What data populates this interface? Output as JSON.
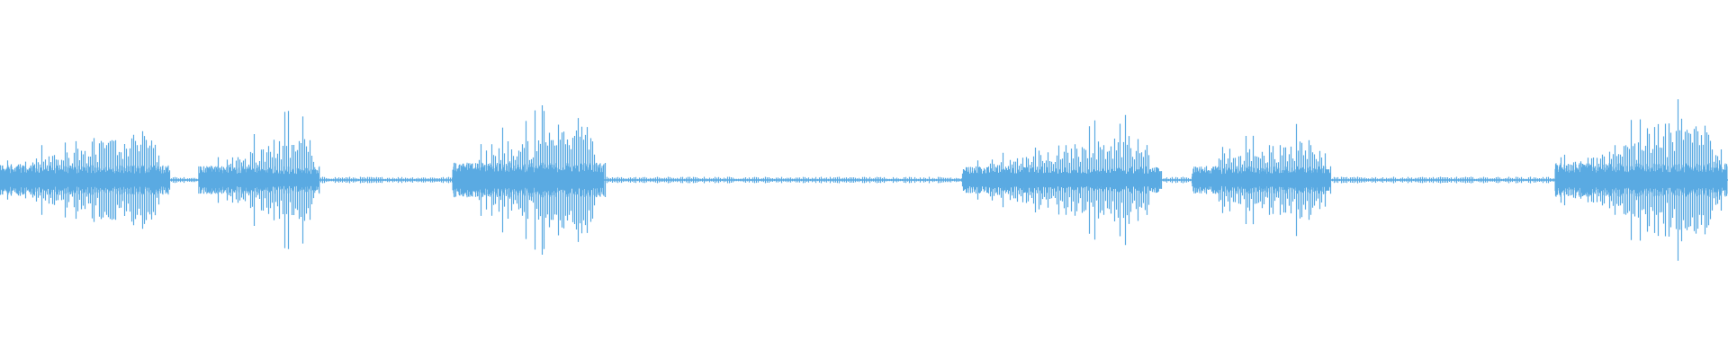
{
  "waveform": {
    "color": "#5aaae2",
    "background": "#ffffff",
    "bursts": [
      {
        "start": 0.0,
        "end": 0.098,
        "peak": 0.46
      },
      {
        "start": 0.115,
        "end": 0.185,
        "peak": 0.43
      },
      {
        "start": 0.262,
        "end": 0.35,
        "peak": 0.54
      },
      {
        "start": 0.557,
        "end": 0.672,
        "peak": 0.42
      },
      {
        "start": 0.69,
        "end": 0.77,
        "peak": 0.43
      },
      {
        "start": 0.9,
        "end": 1.0,
        "peak": 0.52
      }
    ],
    "noise_floor": 0.012
  }
}
